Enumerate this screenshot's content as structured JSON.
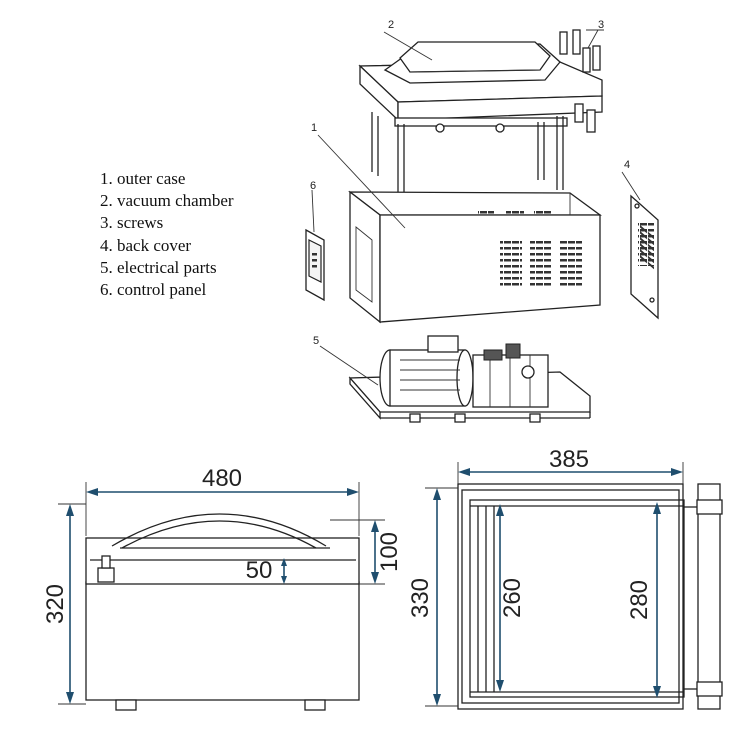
{
  "legend": {
    "items": [
      "1. outer  case",
      "2. vacuum chamber",
      "3. screws",
      "4. back cover",
      "5. electrical parts",
      "6. control panel"
    ]
  },
  "callouts": {
    "c1": "1",
    "c2": "2",
    "c3": "3",
    "c4": "4",
    "c5": "5",
    "c6": "6"
  },
  "front_view": {
    "width": "480",
    "height": "320",
    "lid_height": "100",
    "chamber_depth": "50"
  },
  "top_view": {
    "width": "385",
    "height": "330",
    "inner_depth": "260",
    "inner_width": "280"
  }
}
